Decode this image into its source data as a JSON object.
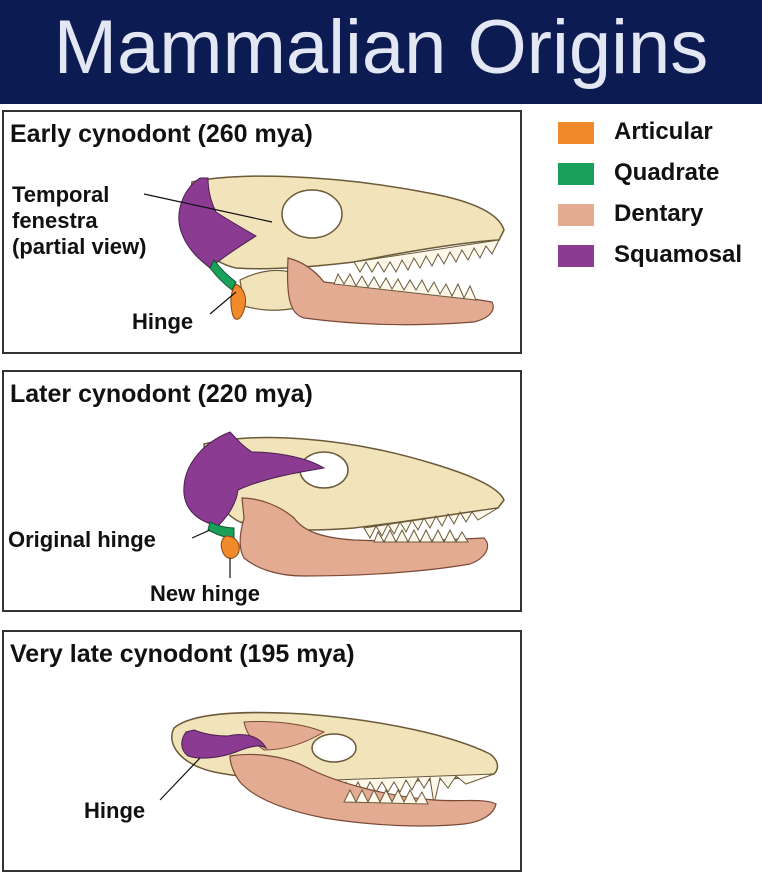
{
  "title": "Mammalian Origins",
  "legend": [
    {
      "label": "Articular",
      "color": "#f08a2a"
    },
    {
      "label": "Quadrate",
      "color": "#1aa05a"
    },
    {
      "label": "Dentary",
      "color": "#e2ab92"
    },
    {
      "label": "Squamosal",
      "color": "#8c3b93"
    }
  ],
  "bone_color": "#f1e3ba",
  "panels": [
    {
      "title": "Early cynodont (260 mya)",
      "callouts": {
        "temporal_fenestra": [
          "Temporal",
          "fenestra",
          "(partial view)"
        ],
        "hinge": "Hinge"
      }
    },
    {
      "title": "Later cynodont (220 mya)",
      "callouts": {
        "original_hinge": "Original hinge",
        "new_hinge": "New hinge"
      }
    },
    {
      "title": "Very late cynodont (195 mya)",
      "callouts": {
        "hinge": "Hinge"
      }
    }
  ]
}
